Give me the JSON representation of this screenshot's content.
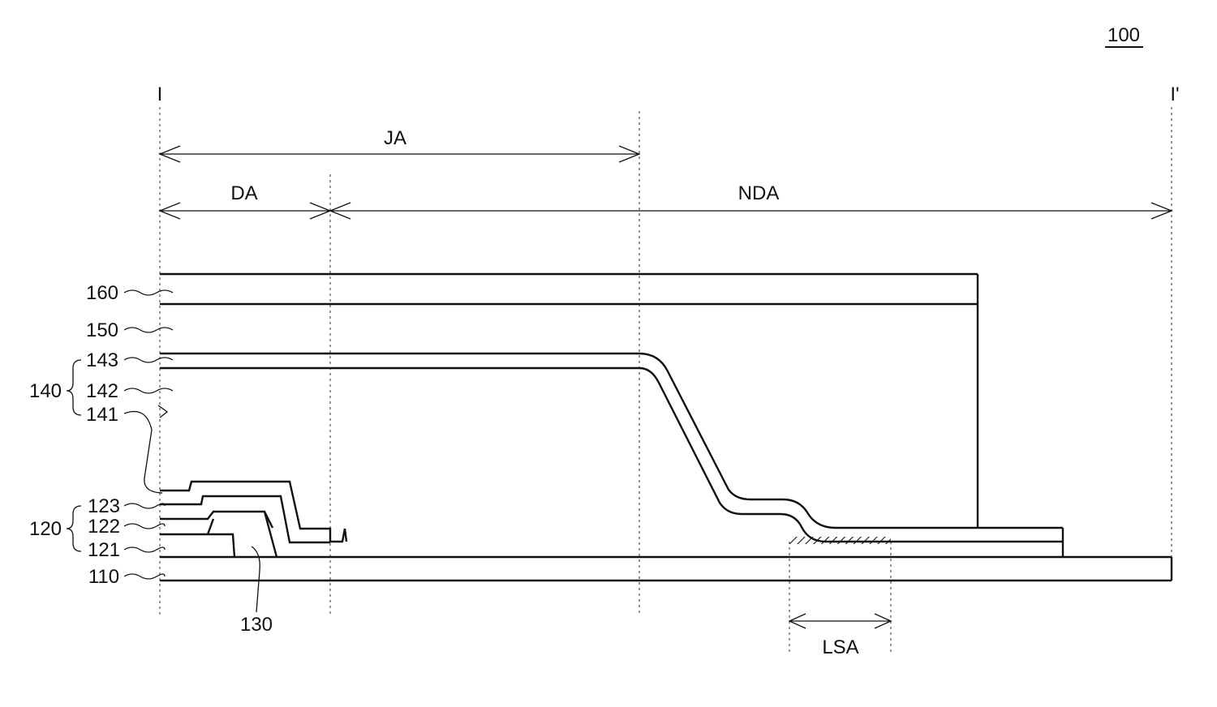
{
  "figure_number": "100",
  "section_marks": {
    "start": "I",
    "end": "I'"
  },
  "regions": {
    "ja": "JA",
    "da": "DA",
    "nda": "NDA",
    "lsa": "LSA"
  },
  "layers": {
    "l160": "160",
    "l150": "150",
    "l143": "143",
    "l142": "142",
    "l141": "141",
    "l140": "140",
    "l123": "123",
    "l122": "122",
    "l121": "121",
    "l120": "120",
    "l110": "110",
    "l130": "130"
  },
  "colors": {
    "ink": "#111111",
    "background": "#ffffff"
  }
}
